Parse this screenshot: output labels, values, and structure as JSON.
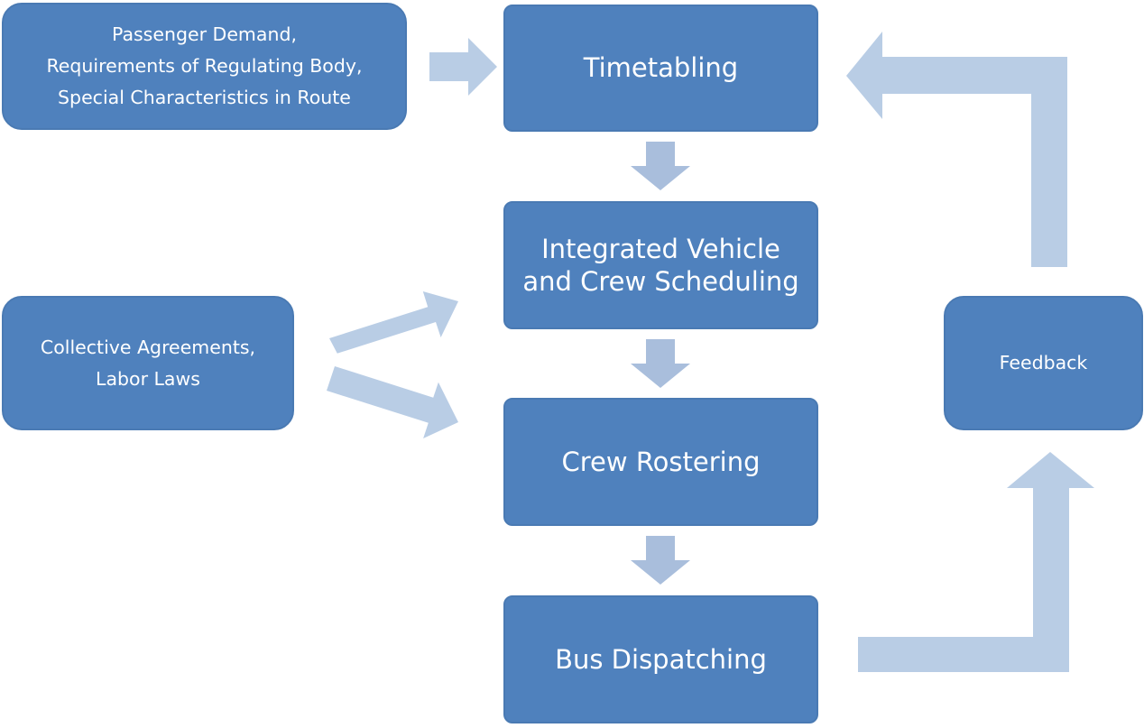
{
  "nodes": {
    "inputs_top": {
      "lines": [
        "Passenger Demand,",
        "Requirements of Regulating Body,",
        "Special Characteristics in Route"
      ]
    },
    "inputs_middle": {
      "lines": [
        "Collective Agreements,",
        "Labor Laws"
      ]
    },
    "timetabling": {
      "label": "Timetabling"
    },
    "scheduling": {
      "lines": [
        "Integrated Vehicle",
        "and Crew Scheduling"
      ]
    },
    "rostering": {
      "label": "Crew Rostering"
    },
    "dispatching": {
      "label": "Bus Dispatching"
    },
    "feedback": {
      "label": "Feedback"
    }
  },
  "colors": {
    "box_fill": "#4f81bd",
    "box_border": "#4a7ab3",
    "arrow_light": "#b9cde5",
    "arrow_mid": "#a9bedc",
    "text": "#ffffff"
  }
}
